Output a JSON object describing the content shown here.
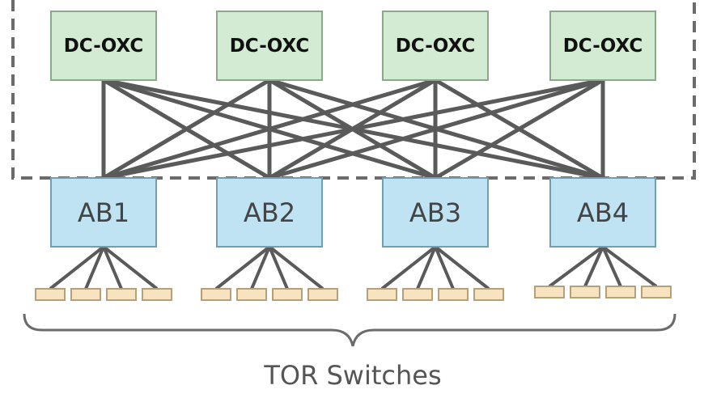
{
  "oxc_switches": [
    {
      "label": "DC-OXC"
    },
    {
      "label": "DC-OXC"
    },
    {
      "label": "DC-OXC"
    },
    {
      "label": "DC-OXC"
    }
  ],
  "aggregation_blocks": [
    {
      "label": "AB1"
    },
    {
      "label": "AB2"
    },
    {
      "label": "AB3"
    },
    {
      "label": "AB4"
    }
  ],
  "tor_per_block": 4,
  "caption": "TOR Switches",
  "colors": {
    "oxc_fill": "#d3ead3",
    "oxc_border": "#8aa88a",
    "ab_fill": "#bfe3f3",
    "ab_border": "#6f9fb5",
    "tor_fill": "#f7e3c0",
    "tor_border": "#b5a078",
    "link": "#5a5a5a",
    "dashed_border": "#6b6b6b"
  }
}
